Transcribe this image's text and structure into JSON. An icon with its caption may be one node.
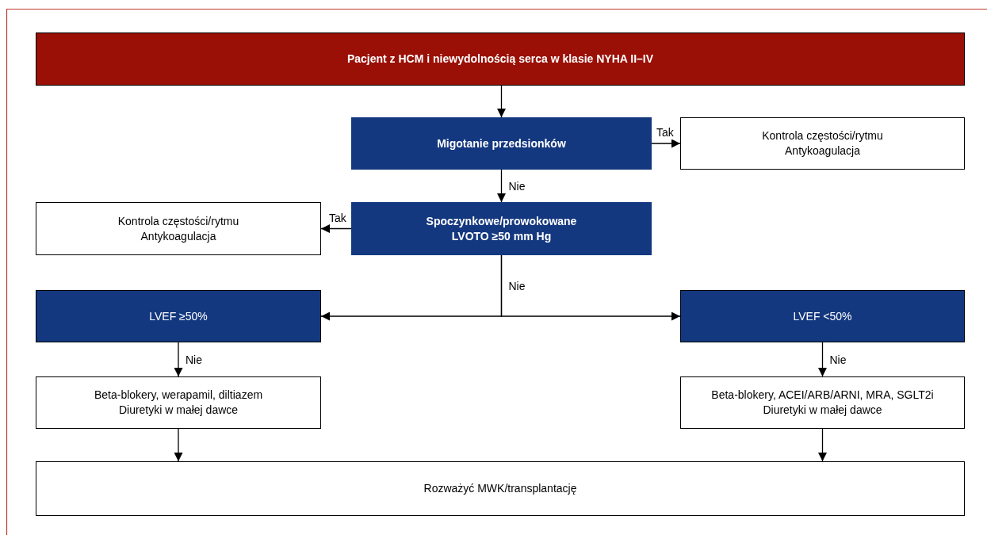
{
  "diagram": {
    "nodes": [
      {
        "text": [
          "Pacjent z HCM i niewydolnością serca w klasie NYHA II–IV"
        ]
      },
      {
        "text": [
          "Migotanie przedsionków"
        ]
      },
      {
        "text": [
          "Kontrola częstości/rytmu",
          "Antykoagulacja"
        ]
      },
      {
        "text": [
          "Spoczynkowe/prowokowane LVOTO ≥50 mm Hg"
        ]
      },
      {
        "text": [
          "Kontrola częstości/rytmu",
          "Antykoagulacja"
        ]
      },
      {
        "text": [
          "LVEF ≥50%"
        ]
      },
      {
        "text": [
          "LVEF <50%"
        ]
      },
      {
        "text": [
          "Beta-blokery, werapamil, diltiazem",
          "Diuretyki w małej dawce"
        ]
      },
      {
        "text": [
          "Beta-blokery, ACEI/ARB/ARNI, MRA, SGLT2i",
          "Diuretyki w małej dawce"
        ]
      },
      {
        "text": [
          "Rozważyć MWK/transplantację"
        ]
      }
    ],
    "edges": [
      {
        "from": 0,
        "to": 1,
        "arrow": "to"
      },
      {
        "from": 1,
        "to": 2,
        "arrow": "to",
        "label": "Tak"
      },
      {
        "from": 1,
        "to": 3,
        "arrow": "to",
        "label": "Nie"
      },
      {
        "from": 3,
        "to": 4,
        "arrow": "to",
        "label": "Tak"
      },
      {
        "from": 3,
        "to": 5,
        "arrow": "to",
        "label": "Nie"
      },
      {
        "from": 3,
        "to": 6,
        "arrow": "to"
      },
      {
        "from": 5,
        "to": 7,
        "arrow": "to",
        "label": "Nie"
      },
      {
        "from": 6,
        "to": 8,
        "arrow": "to",
        "label": "Nie"
      },
      {
        "from": 7,
        "to": 9,
        "arrow": "to"
      },
      {
        "from": 8,
        "to": 9,
        "arrow": "to"
      }
    ]
  }
}
